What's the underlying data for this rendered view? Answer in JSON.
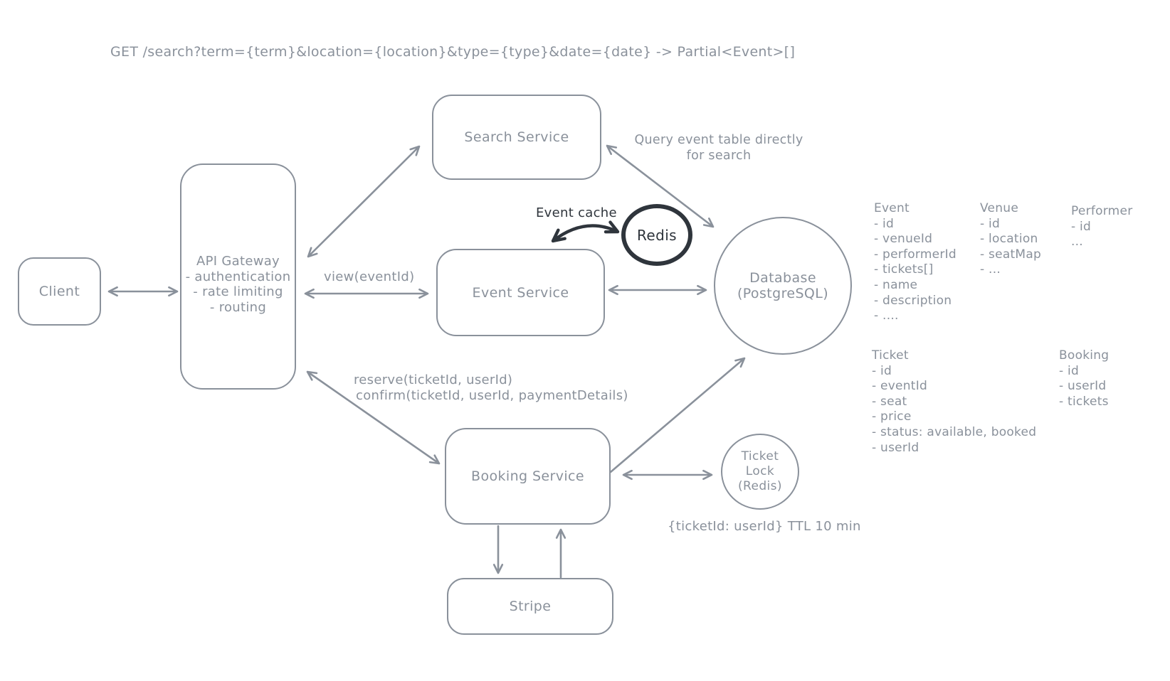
{
  "annotation": {
    "api_route": "GET /search?term={term}&location={location}&type={type}&date={date} -> Partial<Event>[]"
  },
  "colors": {
    "stroke_gray": "#8a919b",
    "stroke_dark": "#2f353c",
    "background": "#ffffff"
  },
  "nodes": {
    "client": {
      "label": "Client"
    },
    "api_gateway": {
      "title": "API Gateway",
      "items": [
        "- authentication",
        "- rate limiting",
        "- routing"
      ]
    },
    "search_service": {
      "label": "Search Service"
    },
    "event_service": {
      "label": "Event Service"
    },
    "booking_service": {
      "label": "Booking Service"
    },
    "stripe": {
      "label": "Stripe"
    },
    "redis_cache": {
      "label": "Redis"
    },
    "database": {
      "line1": "Database",
      "line2": "(PostgreSQL)"
    },
    "ticket_lock": {
      "line1": "Ticket",
      "line2": "Lock",
      "line3": "(Redis)"
    }
  },
  "edge_labels": {
    "query_search": {
      "line1": "Query event table directly",
      "line2": "for search"
    },
    "event_cache": "Event cache",
    "view": "view(eventId)",
    "reserve": "reserve(ticketId, userId)",
    "confirm": "confirm(ticketId, userId, paymentDetails)",
    "ttl": "{ticketId: userId} TTL 10 min"
  },
  "schema": {
    "event": {
      "title": "Event",
      "fields": [
        "- id",
        "- venueId",
        "- performerId",
        "- tickets[]",
        "- name",
        "- description",
        "- ...."
      ]
    },
    "venue": {
      "title": "Venue",
      "fields": [
        "- id",
        "- location",
        "- seatMap",
        "- ..."
      ]
    },
    "performer": {
      "title": "Performer",
      "fields": [
        "- id",
        "..."
      ]
    },
    "ticket": {
      "title": "Ticket",
      "fields": [
        "- id",
        "- eventId",
        "- seat",
        "- price",
        "- status: available, booked",
        "- userId"
      ]
    },
    "booking": {
      "title": "Booking",
      "fields": [
        "- id",
        "- userId",
        "- tickets"
      ]
    }
  }
}
